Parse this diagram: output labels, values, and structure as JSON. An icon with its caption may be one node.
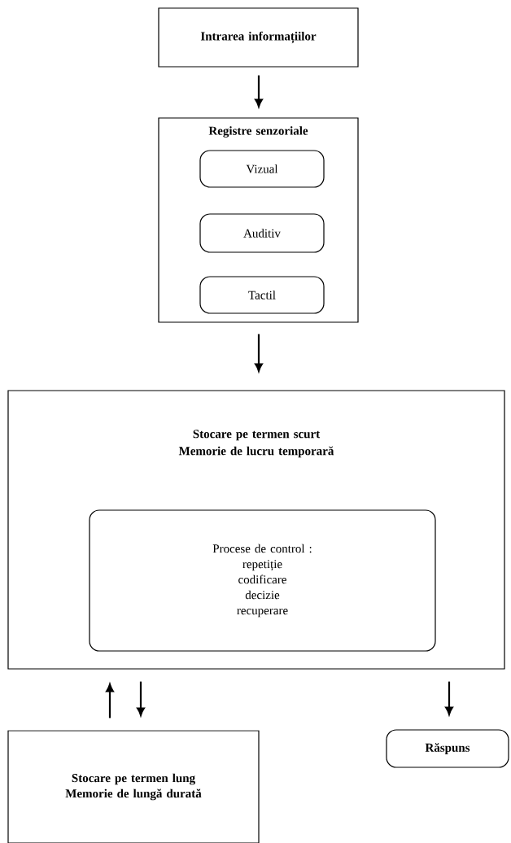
{
  "diagram": {
    "nodes": [
      {
        "text": [
          "Intrarea informațiilor"
        ]
      },
      {
        "text": [
          "Registre senzoriale"
        ]
      },
      {
        "text": [
          "Vizual"
        ],
        "in": 1
      },
      {
        "text": [
          "Auditiv"
        ],
        "in": 1
      },
      {
        "text": [
          "Tactil"
        ],
        "in": 1
      },
      {
        "text": [
          "Stocare pe termen scurt",
          "Memorie de lucru temporară"
        ]
      },
      {
        "text": [
          "Procese de control :",
          "repetiție",
          "codificare",
          "decizie",
          "recuperare"
        ],
        "in": 5
      },
      {
        "text": [
          "Stocare pe termen lung",
          "Memorie de lungă durată"
        ]
      },
      {
        "text": [
          "Răspuns"
        ]
      }
    ],
    "edges": [
      {
        "from": 0,
        "to": 1,
        "arrow": "to"
      },
      {
        "from": 1,
        "to": 5,
        "arrow": "to"
      },
      {
        "from": 7,
        "to": 5,
        "arrow": "to"
      },
      {
        "from": 5,
        "to": 7,
        "arrow": "to"
      },
      {
        "from": 5,
        "to": 8,
        "arrow": "to"
      }
    ]
  }
}
